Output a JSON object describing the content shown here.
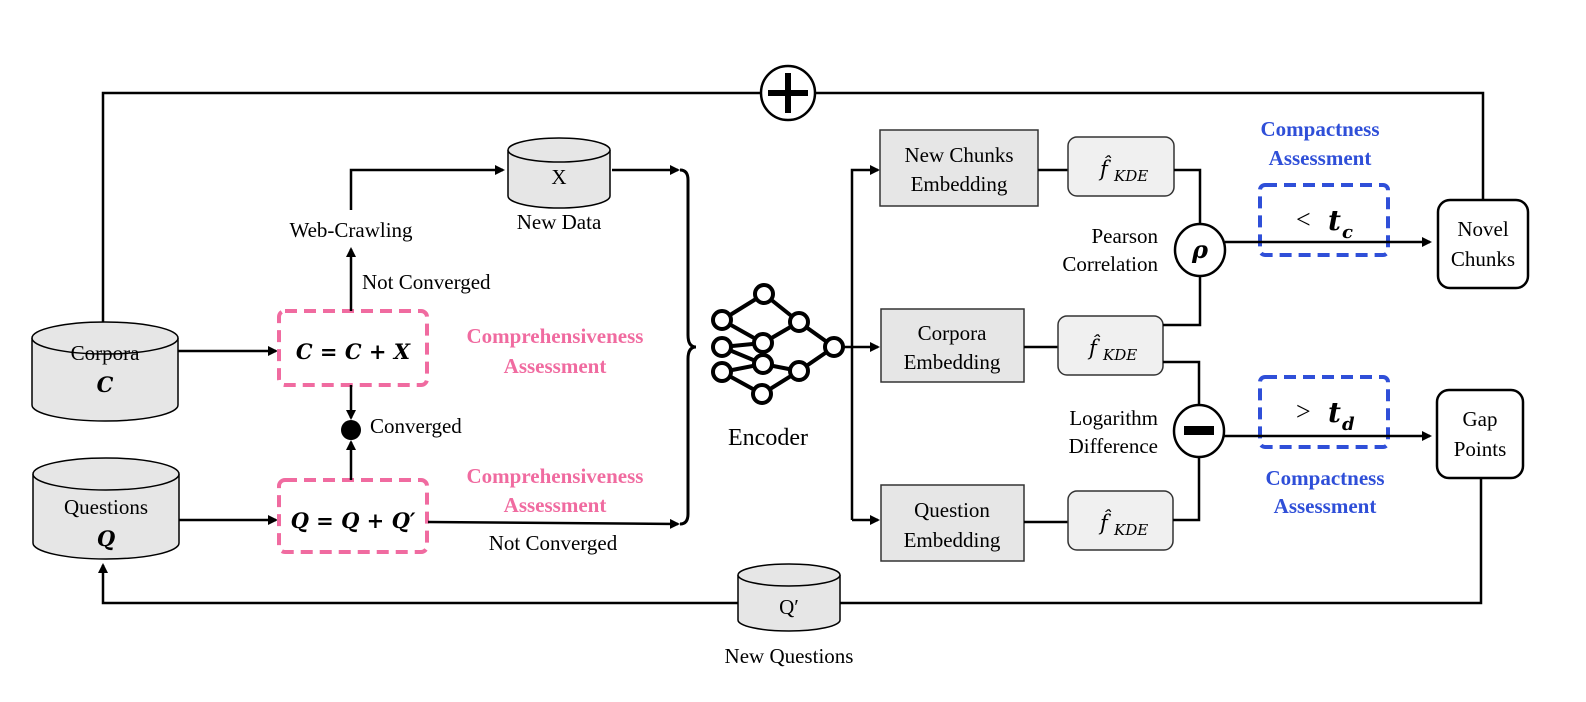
{
  "colors": {
    "comprehensiveness": "#f06ba0",
    "compactness": "#2f4fd8"
  },
  "icons": {
    "merge": "plus-circle",
    "encoder": "neural-network",
    "pearson": "rho-circle",
    "difference": "minus-circle"
  },
  "corpora": {
    "line1": "Corpora",
    "line2": "C"
  },
  "questions": {
    "line1": "Questions",
    "line2": "Q"
  },
  "corpus_update": {
    "formula": "C = C + X",
    "label1": "Comprehensiveness",
    "label2": "Assessment"
  },
  "question_update": {
    "formula": "Q = Q + Q′",
    "label1": "Comprehensiveness",
    "label2": "Assessment"
  },
  "converged": "Converged",
  "not_converged_top": "Not Converged",
  "not_converged_bottom": "Not Converged",
  "web_crawling": "Web-Crawling",
  "new_data": {
    "symbol": "X",
    "label": "New Data"
  },
  "encoder": "Encoder",
  "embeddings": {
    "new_chunks": {
      "line1": "New Chunks",
      "line2": "Embedding"
    },
    "corpora": {
      "line1": "Corpora",
      "line2": "Embedding"
    },
    "question": {
      "line1": "Question",
      "line2": "Embedding"
    }
  },
  "kde": {
    "f": "f̂",
    "sub": "KDE"
  },
  "pearson": {
    "line1": "Pearson",
    "line2": "Correlation",
    "symbol": "ρ"
  },
  "logdiff": {
    "line1": "Logarithm",
    "line2": "Difference"
  },
  "compactness_top": {
    "line1": "Compactness",
    "line2": "Assessment",
    "op": "<",
    "t": "t",
    "sub": "c"
  },
  "compactness_bottom": {
    "line1": "Compactness",
    "line2": "Assessment",
    "op": ">",
    "t": "t",
    "sub": "d"
  },
  "novel_chunks": {
    "line1": "Novel",
    "line2": "Chunks"
  },
  "gap_points": {
    "line1": "Gap",
    "line2": "Points"
  },
  "new_questions": {
    "symbol": "Q′",
    "label": "New Questions"
  }
}
